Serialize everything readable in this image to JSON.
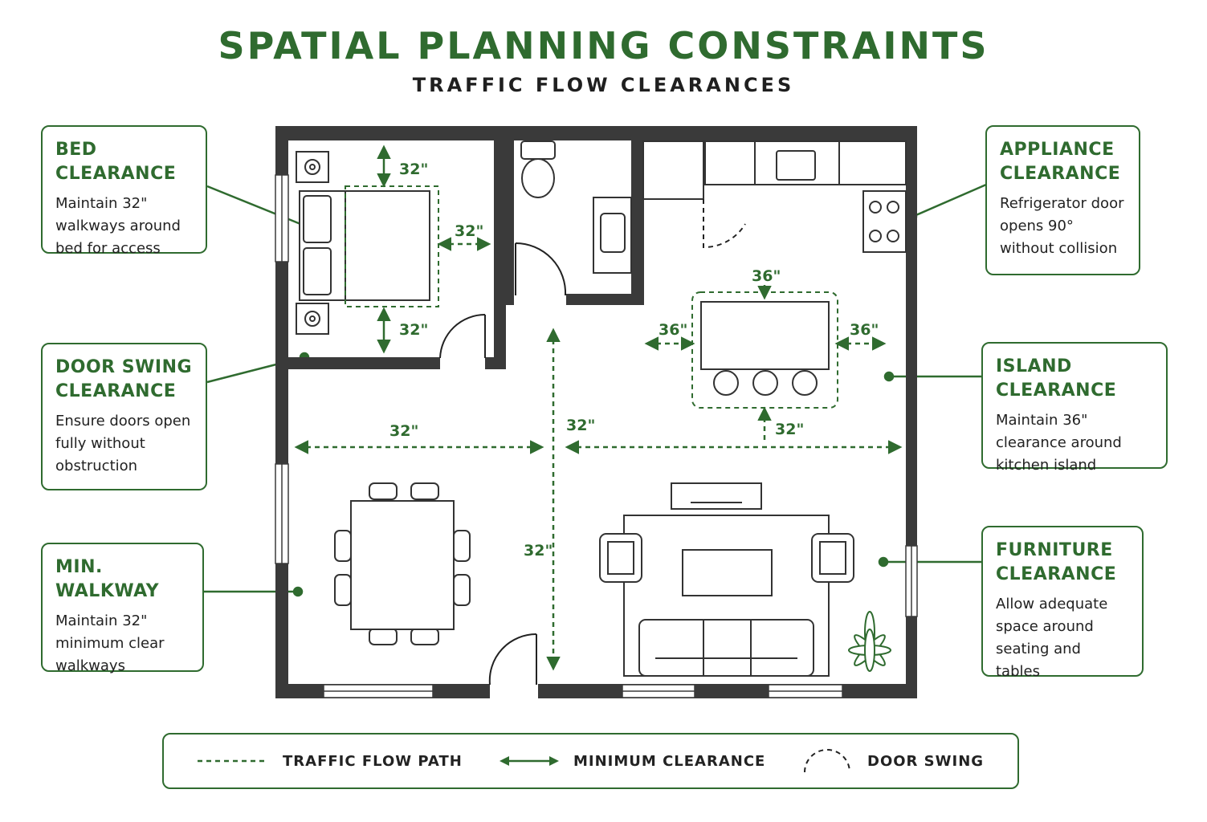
{
  "title": "SPATIAL PLANNING CONSTRAINTS",
  "subtitle": "TRAFFIC FLOW CLEARANCES",
  "callouts": {
    "bed": {
      "heading": "BED CLEARANCE",
      "text": "Maintain 32\" walkways around bed for access"
    },
    "door": {
      "heading": "DOOR SWING CLEARANCE",
      "text": "Ensure doors open fully without obstruction"
    },
    "walkway": {
      "heading": "MIN. WALKWAY",
      "text": "Maintain 32\" minimum clear walkways"
    },
    "appliance": {
      "heading": "APPLIANCE CLEARANCE",
      "text": "Refrigerator door opens 90° without collision"
    },
    "island": {
      "heading": "ISLAND CLEARANCE",
      "text": "Maintain 36\" clearance around kitchen island"
    },
    "furniture": {
      "heading": "FURNITURE CLEARANCE",
      "text": "Allow adequate space around seating and tables"
    }
  },
  "dimensions": {
    "bed_top": "32\"",
    "bed_side": "32\"",
    "bed_bottom": "32\"",
    "island_top": "36\"",
    "island_left": "36\"",
    "island_right": "36\"",
    "island_bottom": "32\"",
    "living_horizontal_left": "32\"",
    "living_horizontal_right": "32\"",
    "living_vertical": "32\""
  },
  "legend": {
    "traffic": "TRAFFIC FLOW PATH",
    "clearance": "MINIMUM CLEARANCE",
    "door_swing": "DOOR SWING"
  },
  "colors": {
    "accent": "#2f6b2f",
    "wall": "#3a3a3a"
  }
}
